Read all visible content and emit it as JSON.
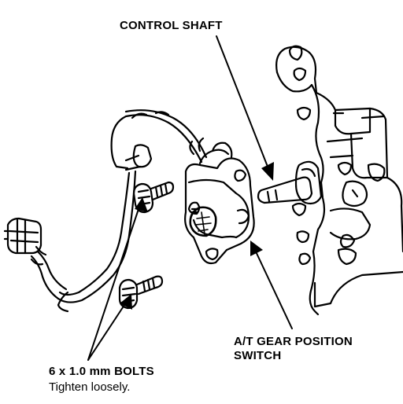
{
  "labels": {
    "control_shaft": "CONTROL SHAFT",
    "switch_line1": "A/T GEAR POSITION",
    "switch_line2": "SWITCH",
    "bolts": "6 x 1.0 mm BOLTS",
    "tighten": "Tighten loosely."
  },
  "colors": {
    "ink": "#000000",
    "paper": "#ffffff"
  }
}
